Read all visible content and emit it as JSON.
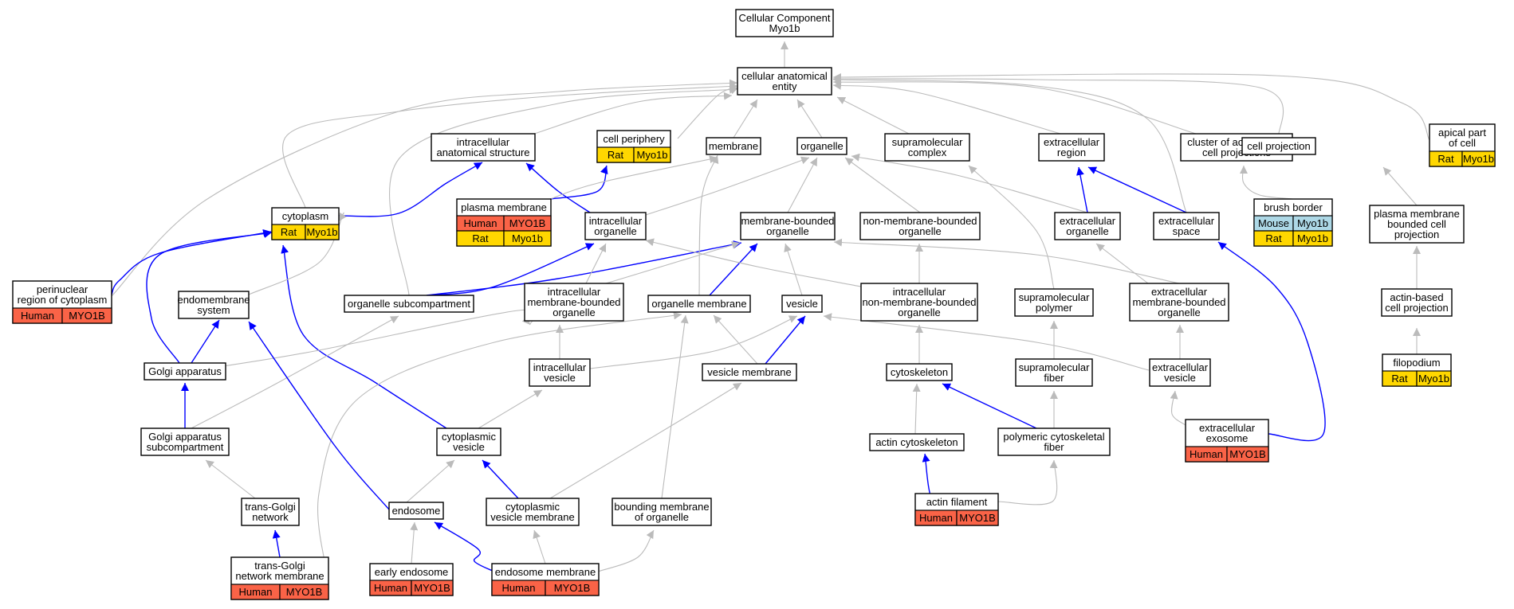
{
  "colors": {
    "human": "#fa6347",
    "rat": "#ffd700",
    "mouse": "#add8e6",
    "edge_isa": "#bbbbbb",
    "edge_partof": "#0000ff",
    "node_border": "#000000",
    "node_fill": "#ffffff"
  },
  "graph": {
    "nodes": [
      {
        "id": "root",
        "lines": [
          "Cellular Component",
          "Myo1b"
        ],
        "annotations": []
      },
      {
        "id": "cae",
        "lines": [
          "cellular anatomical",
          "entity"
        ],
        "annotations": []
      },
      {
        "id": "ias",
        "lines": [
          "intracellular",
          "anatomical structure"
        ],
        "annotations": []
      },
      {
        "id": "cellper",
        "lines": [
          "cell periphery"
        ],
        "annotations": [
          [
            "Rat",
            "Myo1b"
          ]
        ]
      },
      {
        "id": "membrane",
        "lines": [
          "membrane"
        ],
        "annotations": []
      },
      {
        "id": "organelle",
        "lines": [
          "organelle"
        ],
        "annotations": []
      },
      {
        "id": "supcomplex",
        "lines": [
          "supramolecular",
          "complex"
        ],
        "annotations": []
      },
      {
        "id": "extreg",
        "lines": [
          "extracellular",
          "region"
        ],
        "annotations": []
      },
      {
        "id": "actincp",
        "lines": [
          "cluster of actin-based",
          "cell projections"
        ],
        "annotations": []
      },
      {
        "id": "cellproj",
        "lines": [
          "cell projection"
        ],
        "annotations": []
      },
      {
        "id": "apical",
        "lines": [
          "apical part",
          "of cell"
        ],
        "annotations": [
          [
            "Rat",
            "Myo1b"
          ]
        ]
      },
      {
        "id": "cytoplasm",
        "lines": [
          "cytoplasm"
        ],
        "annotations": [
          [
            "Rat",
            "Myo1b"
          ]
        ]
      },
      {
        "id": "plasmamem",
        "lines": [
          "plasma membrane"
        ],
        "annotations": [
          [
            "Human",
            "MYO1B"
          ],
          [
            "Rat",
            "Myo1b"
          ]
        ]
      },
      {
        "id": "icorg",
        "lines": [
          "intracellular",
          "organelle"
        ],
        "annotations": []
      },
      {
        "id": "mbo",
        "lines": [
          "membrane-bounded",
          "organelle"
        ],
        "annotations": []
      },
      {
        "id": "nmbo",
        "lines": [
          "non-membrane-bounded",
          "organelle"
        ],
        "annotations": []
      },
      {
        "id": "extorg",
        "lines": [
          "extracellular",
          "organelle"
        ],
        "annotations": []
      },
      {
        "id": "extspace",
        "lines": [
          "extracellular",
          "space"
        ],
        "annotations": []
      },
      {
        "id": "brush",
        "lines": [
          "brush border"
        ],
        "annotations": [
          [
            "Mouse",
            "Myo1b"
          ],
          [
            "Rat",
            "Myo1b"
          ]
        ]
      },
      {
        "id": "pmbcp",
        "lines": [
          "plasma membrane",
          "bounded cell",
          "projection"
        ],
        "annotations": []
      },
      {
        "id": "perinuc",
        "lines": [
          "perinuclear",
          "region of cytoplasm"
        ],
        "annotations": [
          [
            "Human",
            "MYO1B"
          ]
        ]
      },
      {
        "id": "endomem",
        "lines": [
          "endomembrane",
          "system"
        ],
        "annotations": []
      },
      {
        "id": "orgsub",
        "lines": [
          "organelle subcompartment"
        ],
        "annotations": []
      },
      {
        "id": "imbo",
        "lines": [
          "intracellular",
          "membrane-bounded",
          "organelle"
        ],
        "annotations": []
      },
      {
        "id": "orgmem",
        "lines": [
          "organelle membrane"
        ],
        "annotations": []
      },
      {
        "id": "vesicle",
        "lines": [
          "vesicle"
        ],
        "annotations": []
      },
      {
        "id": "inmbo",
        "lines": [
          "intracellular",
          "non-membrane-bounded",
          "organelle"
        ],
        "annotations": []
      },
      {
        "id": "suppoly",
        "lines": [
          "supramolecular",
          "polymer"
        ],
        "annotations": []
      },
      {
        "id": "embo",
        "lines": [
          "extracellular",
          "membrane-bounded",
          "organelle"
        ],
        "annotations": []
      },
      {
        "id": "actinbcp",
        "lines": [
          "actin-based",
          "cell projection"
        ],
        "annotations": []
      },
      {
        "id": "golgi",
        "lines": [
          "Golgi apparatus"
        ],
        "annotations": []
      },
      {
        "id": "icves",
        "lines": [
          "intracellular",
          "vesicle"
        ],
        "annotations": []
      },
      {
        "id": "vesmem",
        "lines": [
          "vesicle membrane"
        ],
        "annotations": []
      },
      {
        "id": "cytoskel",
        "lines": [
          "cytoskeleton"
        ],
        "annotations": []
      },
      {
        "id": "supfiber",
        "lines": [
          "supramolecular",
          "fiber"
        ],
        "annotations": []
      },
      {
        "id": "extves",
        "lines": [
          "extracellular",
          "vesicle"
        ],
        "annotations": []
      },
      {
        "id": "filopod",
        "lines": [
          "filopodium"
        ],
        "annotations": [
          [
            "Rat",
            "Myo1b"
          ]
        ]
      },
      {
        "id": "golgisub",
        "lines": [
          "Golgi apparatus",
          "subcompartment"
        ],
        "annotations": []
      },
      {
        "id": "cytoves",
        "lines": [
          "cytoplasmic",
          "vesicle"
        ],
        "annotations": []
      },
      {
        "id": "actincyto",
        "lines": [
          "actin cytoskeleton"
        ],
        "annotations": []
      },
      {
        "id": "polycyto",
        "lines": [
          "polymeric cytoskeletal",
          "fiber"
        ],
        "annotations": []
      },
      {
        "id": "exosome",
        "lines": [
          "extracellular",
          "exosome"
        ],
        "annotations": [
          [
            "Human",
            "MYO1B"
          ]
        ]
      },
      {
        "id": "tgn",
        "lines": [
          "trans-Golgi",
          "network"
        ],
        "annotations": []
      },
      {
        "id": "endosome",
        "lines": [
          "endosome"
        ],
        "annotations": []
      },
      {
        "id": "cvm",
        "lines": [
          "cytoplasmic",
          "vesicle membrane"
        ],
        "annotations": []
      },
      {
        "id": "bmo",
        "lines": [
          "bounding membrane",
          "of organelle"
        ],
        "annotations": []
      },
      {
        "id": "actinfil",
        "lines": [
          "actin filament"
        ],
        "annotations": [
          [
            "Human",
            "MYO1B"
          ]
        ]
      },
      {
        "id": "tgnmem",
        "lines": [
          "trans-Golgi",
          "network membrane"
        ],
        "annotations": [
          [
            "Human",
            "MYO1B"
          ]
        ]
      },
      {
        "id": "earlyendo",
        "lines": [
          "early endosome"
        ],
        "annotations": [
          [
            "Human",
            "MYO1B"
          ]
        ]
      },
      {
        "id": "endomemb",
        "lines": [
          "endosome membrane"
        ],
        "annotations": [
          [
            "Human",
            "MYO1B"
          ]
        ]
      }
    ],
    "edges": [
      {
        "from": "cae",
        "to": "root",
        "kind": "is_a"
      },
      {
        "from": "ias",
        "to": "cae",
        "kind": "is_a"
      },
      {
        "from": "cellper",
        "to": "cae",
        "kind": "is_a"
      },
      {
        "from": "membrane",
        "to": "cae",
        "kind": "is_a"
      },
      {
        "from": "organelle",
        "to": "cae",
        "kind": "is_a"
      },
      {
        "from": "supcomplex",
        "to": "cae",
        "kind": "is_a"
      },
      {
        "from": "extreg",
        "to": "cae",
        "kind": "is_a"
      },
      {
        "from": "actincp",
        "to": "cae",
        "kind": "is_a"
      },
      {
        "from": "cellproj",
        "to": "cae",
        "kind": "is_a"
      },
      {
        "from": "apical",
        "to": "cae",
        "kind": "is_a"
      },
      {
        "from": "cytoplasm",
        "to": "cae",
        "kind": "is_a"
      },
      {
        "from": "perinuc",
        "to": "cae",
        "kind": "is_a"
      },
      {
        "from": "orgsub",
        "to": "cae",
        "kind": "is_a"
      },
      {
        "from": "extspace",
        "to": "cae",
        "kind": "is_a"
      },
      {
        "from": "cytoplasm",
        "to": "ias",
        "kind": "part_of"
      },
      {
        "from": "icorg",
        "to": "ias",
        "kind": "part_of"
      },
      {
        "from": "plasmamem",
        "to": "cellper",
        "kind": "part_of"
      },
      {
        "from": "plasmamem",
        "to": "membrane",
        "kind": "is_a"
      },
      {
        "from": "icorg",
        "to": "organelle",
        "kind": "is_a"
      },
      {
        "from": "mbo",
        "to": "organelle",
        "kind": "is_a"
      },
      {
        "from": "nmbo",
        "to": "organelle",
        "kind": "is_a"
      },
      {
        "from": "extorg",
        "to": "organelle",
        "kind": "is_a"
      },
      {
        "from": "suppoly",
        "to": "supcomplex",
        "kind": "is_a"
      },
      {
        "from": "extorg",
        "to": "extreg",
        "kind": "part_of"
      },
      {
        "from": "extspace",
        "to": "extreg",
        "kind": "part_of"
      },
      {
        "from": "brush",
        "to": "actincp",
        "kind": "is_a"
      },
      {
        "from": "pmbcp",
        "to": "cellproj",
        "kind": "is_a"
      },
      {
        "from": "actinbcp",
        "to": "pmbcp",
        "kind": "is_a"
      },
      {
        "from": "filopod",
        "to": "actinbcp",
        "kind": "is_a"
      },
      {
        "from": "perinuc",
        "to": "cytoplasm",
        "kind": "part_of"
      },
      {
        "from": "golgi",
        "to": "cytoplasm",
        "kind": "part_of"
      },
      {
        "from": "cytoves",
        "to": "cytoplasm",
        "kind": "part_of"
      },
      {
        "from": "endomem",
        "to": "cytoplasm",
        "kind": "is_a"
      },
      {
        "from": "orgsub",
        "to": "icorg",
        "kind": "part_of"
      },
      {
        "from": "orgsub",
        "to": "mbo",
        "kind": "part_of"
      },
      {
        "from": "orgmem",
        "to": "mbo",
        "kind": "part_of"
      },
      {
        "from": "imbo",
        "to": "icorg",
        "kind": "is_a"
      },
      {
        "from": "imbo",
        "to": "mbo",
        "kind": "is_a"
      },
      {
        "from": "vesicle",
        "to": "mbo",
        "kind": "is_a"
      },
      {
        "from": "inmbo",
        "to": "icorg",
        "kind": "is_a"
      },
      {
        "from": "inmbo",
        "to": "nmbo",
        "kind": "is_a"
      },
      {
        "from": "embo",
        "to": "mbo",
        "kind": "is_a"
      },
      {
        "from": "embo",
        "to": "extorg",
        "kind": "is_a"
      },
      {
        "from": "orgmem",
        "to": "membrane",
        "kind": "is_a"
      },
      {
        "from": "golgi",
        "to": "endomem",
        "kind": "part_of"
      },
      {
        "from": "golgi",
        "to": "imbo",
        "kind": "is_a"
      },
      {
        "from": "golgisub",
        "to": "golgi",
        "kind": "part_of"
      },
      {
        "from": "golgisub",
        "to": "orgsub",
        "kind": "is_a"
      },
      {
        "from": "tgn",
        "to": "golgisub",
        "kind": "is_a"
      },
      {
        "from": "tgnmem",
        "to": "tgn",
        "kind": "part_of"
      },
      {
        "from": "tgnmem",
        "to": "orgmem",
        "kind": "is_a"
      },
      {
        "from": "icves",
        "to": "imbo",
        "kind": "is_a"
      },
      {
        "from": "icves",
        "to": "vesicle",
        "kind": "is_a"
      },
      {
        "from": "vesmem",
        "to": "orgmem",
        "kind": "is_a"
      },
      {
        "from": "vesmem",
        "to": "vesicle",
        "kind": "part_of"
      },
      {
        "from": "cytoskel",
        "to": "inmbo",
        "kind": "is_a"
      },
      {
        "from": "supfiber",
        "to": "suppoly",
        "kind": "is_a"
      },
      {
        "from": "extves",
        "to": "embo",
        "kind": "is_a"
      },
      {
        "from": "extves",
        "to": "vesicle",
        "kind": "is_a"
      },
      {
        "from": "cytoves",
        "to": "icves",
        "kind": "is_a"
      },
      {
        "from": "actincyto",
        "to": "cytoskel",
        "kind": "is_a"
      },
      {
        "from": "polycyto",
        "to": "cytoskel",
        "kind": "part_of"
      },
      {
        "from": "polycyto",
        "to": "supfiber",
        "kind": "is_a"
      },
      {
        "from": "exosome",
        "to": "extves",
        "kind": "is_a"
      },
      {
        "from": "exosome",
        "to": "extspace",
        "kind": "part_of"
      },
      {
        "from": "endosome",
        "to": "endomem",
        "kind": "part_of"
      },
      {
        "from": "endosome",
        "to": "cytoves",
        "kind": "is_a"
      },
      {
        "from": "cvm",
        "to": "cytoves",
        "kind": "part_of"
      },
      {
        "from": "cvm",
        "to": "vesmem",
        "kind": "is_a"
      },
      {
        "from": "bmo",
        "to": "orgmem",
        "kind": "is_a"
      },
      {
        "from": "actinfil",
        "to": "actincyto",
        "kind": "part_of"
      },
      {
        "from": "actinfil",
        "to": "polycyto",
        "kind": "is_a"
      },
      {
        "from": "earlyendo",
        "to": "endosome",
        "kind": "is_a"
      },
      {
        "from": "endomemb",
        "to": "endosome",
        "kind": "part_of"
      },
      {
        "from": "endomemb",
        "to": "cvm",
        "kind": "is_a"
      },
      {
        "from": "endomemb",
        "to": "bmo",
        "kind": "is_a"
      }
    ]
  }
}
